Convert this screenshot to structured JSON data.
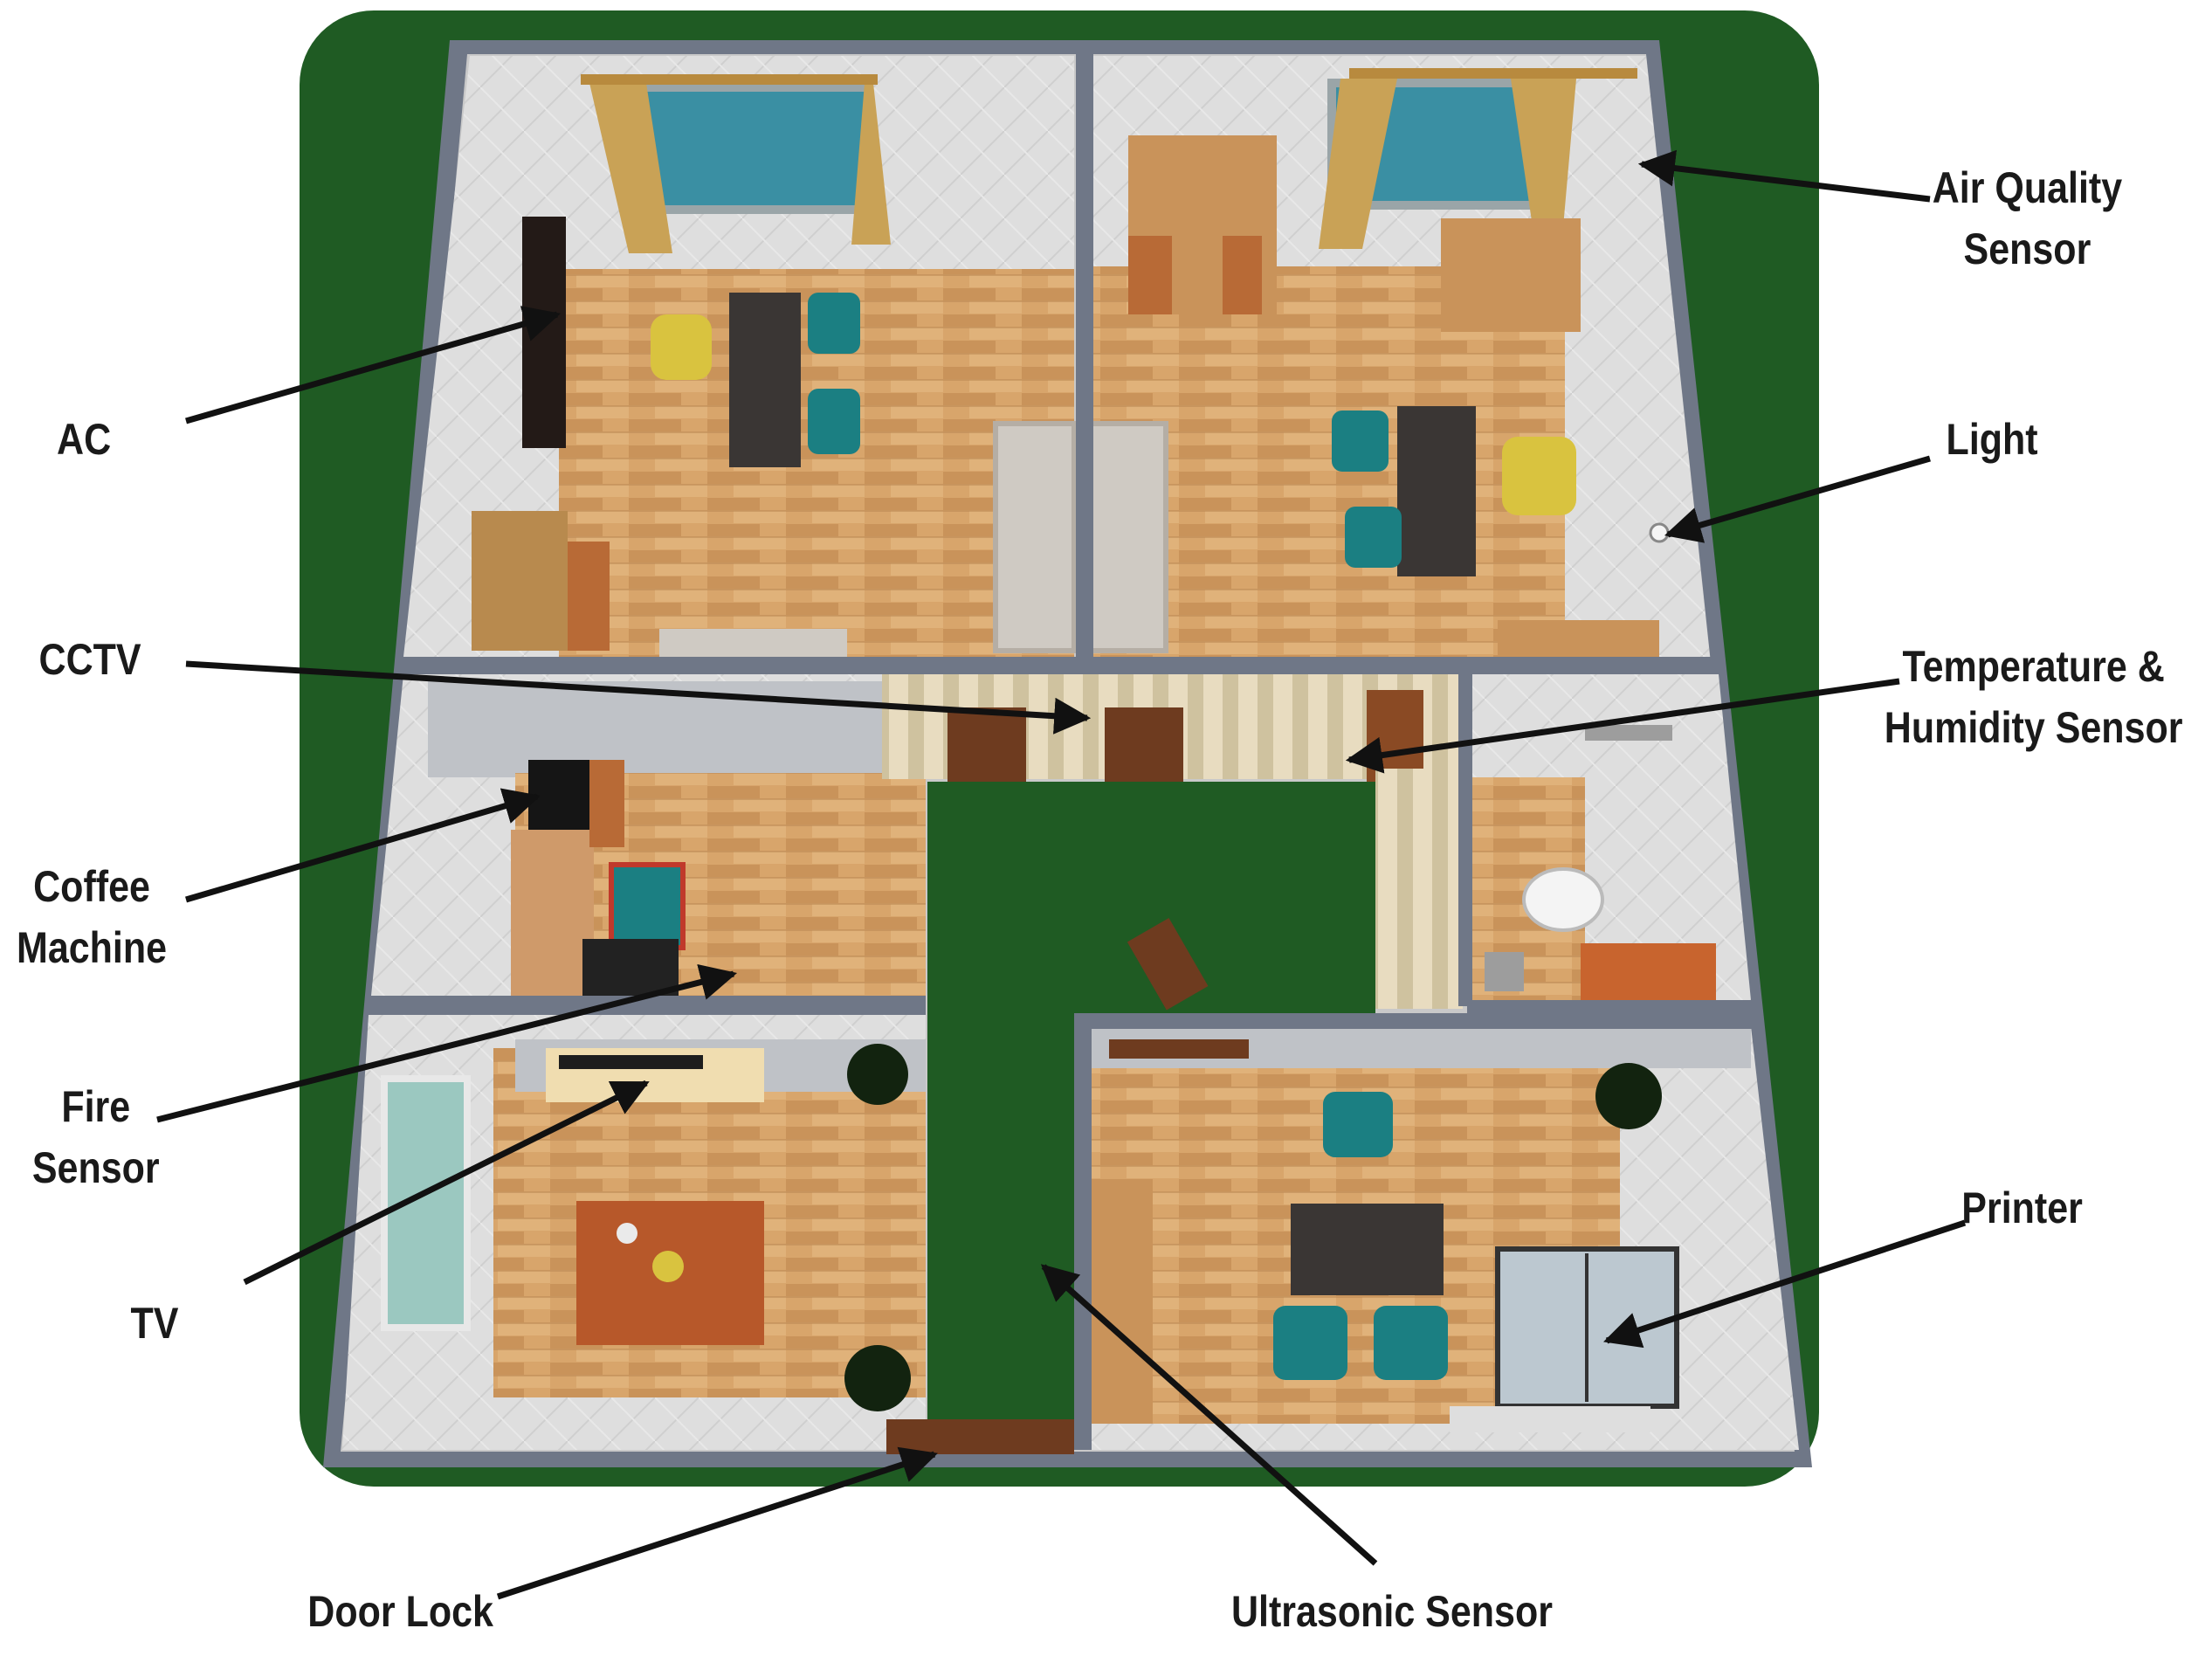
{
  "labels": {
    "air_quality_sensor": [
      "Air Quality",
      "Sensor"
    ],
    "ac": "AC",
    "light": "Light",
    "cctv": "CCTV",
    "temperature_humidity_sensor": [
      "Temperature &",
      "Humidity Sensor"
    ],
    "coffee_machine": [
      "Coffee",
      "Machine"
    ],
    "fire_sensor": [
      "Fire",
      "Sensor"
    ],
    "tv": "TV",
    "printer": "Printer",
    "door_lock": "Door Lock",
    "ultrasonic_sensor": "Ultrasonic Sensor"
  },
  "colors": {
    "grass": "#1f5b23",
    "wall": "#6f7787",
    "floor": "#d6a36a",
    "tile": "#d9d9d9",
    "chair_teal": "#1b7f82",
    "chair_yellow": "#d9c33f",
    "wood": "#b86a36",
    "arrow": "#111111"
  }
}
